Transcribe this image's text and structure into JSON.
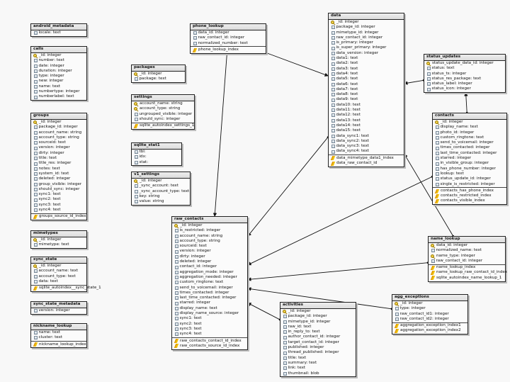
{
  "tables": [
    {
      "id": "android_metadata",
      "name": "android_metadata",
      "columns": [
        {
          "label": "locale: text",
          "icon": "field"
        }
      ],
      "indexes": []
    },
    {
      "id": "calls",
      "name": "calls",
      "columns": [
        {
          "label": "_id: integer",
          "icon": "key"
        },
        {
          "label": "number: text",
          "icon": "field"
        },
        {
          "label": "date: integer",
          "icon": "field"
        },
        {
          "label": "duration: integer",
          "icon": "field"
        },
        {
          "label": "type: integer",
          "icon": "field"
        },
        {
          "label": "new: integer",
          "icon": "field"
        },
        {
          "label": "name: text",
          "icon": "field"
        },
        {
          "label": "numbertype: integer",
          "icon": "field"
        },
        {
          "label": "numberlabel: text",
          "icon": "field"
        }
      ],
      "indexes": []
    },
    {
      "id": "groups",
      "name": "groups",
      "columns": [
        {
          "label": "_id: integer",
          "icon": "key"
        },
        {
          "label": "package_id: integer",
          "icon": "field"
        },
        {
          "label": "account_name: string",
          "icon": "field"
        },
        {
          "label": "account_type: string",
          "icon": "field"
        },
        {
          "label": "sourceid: text",
          "icon": "field"
        },
        {
          "label": "version: integer",
          "icon": "field"
        },
        {
          "label": "dirty: integer",
          "icon": "field"
        },
        {
          "label": "title: text",
          "icon": "field"
        },
        {
          "label": "title_res: integer",
          "icon": "field"
        },
        {
          "label": "notes: text",
          "icon": "field"
        },
        {
          "label": "system_id: text",
          "icon": "field"
        },
        {
          "label": "deleted: integer",
          "icon": "field"
        },
        {
          "label": "group_visible: integer",
          "icon": "field"
        },
        {
          "label": "should_sync: integer",
          "icon": "field"
        },
        {
          "label": "sync1: text",
          "icon": "field"
        },
        {
          "label": "sync2: text",
          "icon": "field"
        },
        {
          "label": "sync3: text",
          "icon": "field"
        },
        {
          "label": "sync4: text",
          "icon": "field"
        }
      ],
      "indexes": [
        {
          "label": "groups_source_id_index",
          "icon": "index"
        }
      ]
    },
    {
      "id": "mimetypes",
      "name": "mimetypes",
      "columns": [
        {
          "label": "_id: integer",
          "icon": "key"
        },
        {
          "label": "mimetype: text",
          "icon": "field"
        }
      ],
      "indexes": []
    },
    {
      "id": "sync_state",
      "name": "sync_state",
      "columns": [
        {
          "label": "_id: integer",
          "icon": "key"
        },
        {
          "label": "account_name: text",
          "icon": "field"
        },
        {
          "label": "account_type: text",
          "icon": "field"
        },
        {
          "label": "data: text",
          "icon": "field"
        }
      ],
      "indexes": [
        {
          "label": "sqlite_autoindex__sync_state_1",
          "icon": "index"
        }
      ]
    },
    {
      "id": "sync_state_metadata",
      "name": "sync_state_metadata",
      "columns": [
        {
          "label": "version: integer",
          "icon": "field"
        }
      ],
      "indexes": []
    },
    {
      "id": "nickname_lookup",
      "name": "nickname_lookup",
      "columns": [
        {
          "label": "name: text",
          "icon": "field"
        },
        {
          "label": "cluster: text",
          "icon": "field"
        }
      ],
      "indexes": [
        {
          "label": "nickname_lookup_index",
          "icon": "index"
        }
      ]
    },
    {
      "id": "phone_lookup",
      "name": "phone_lookup",
      "columns": [
        {
          "label": "data_id: integer",
          "icon": "field"
        },
        {
          "label": "raw_contact_id: integer",
          "icon": "field"
        },
        {
          "label": "normalized_number: text",
          "icon": "field"
        }
      ],
      "indexes": [
        {
          "label": "phone_lookup_index",
          "icon": "index"
        }
      ]
    },
    {
      "id": "packages",
      "name": "packages",
      "columns": [
        {
          "label": "_id: integer",
          "icon": "key"
        },
        {
          "label": "package: text",
          "icon": "field"
        }
      ],
      "indexes": []
    },
    {
      "id": "settings",
      "name": "settings",
      "columns": [
        {
          "label": "account_name: string",
          "icon": "key"
        },
        {
          "label": "account_type: string",
          "icon": "key"
        },
        {
          "label": "ungrouped_visible: integer",
          "icon": "field"
        },
        {
          "label": "should_sync: integer",
          "icon": "field"
        }
      ],
      "indexes": [
        {
          "label": "sqlite_autoindex_settings_1",
          "icon": "index"
        }
      ]
    },
    {
      "id": "sqlite_stat1",
      "name": "sqlite_stat1",
      "columns": [
        {
          "label": "tbl:",
          "icon": "field"
        },
        {
          "label": "idx:",
          "icon": "field"
        },
        {
          "label": "stat:",
          "icon": "field"
        }
      ],
      "indexes": []
    },
    {
      "id": "v1_settings",
      "name": "v1_settings",
      "columns": [
        {
          "label": "_id: integer",
          "icon": "key"
        },
        {
          "label": "_sync_account: text",
          "icon": "field"
        },
        {
          "label": "_sync_account_type: text",
          "icon": "field"
        },
        {
          "label": "key: string",
          "icon": "field"
        },
        {
          "label": "value: string",
          "icon": "field"
        }
      ],
      "indexes": []
    },
    {
      "id": "raw_contacts",
      "name": "raw_contacts",
      "columns": [
        {
          "label": "_id: integer",
          "icon": "key"
        },
        {
          "label": "is_restricted: integer",
          "icon": "field"
        },
        {
          "label": "account_name: string",
          "icon": "field"
        },
        {
          "label": "account_type: string",
          "icon": "field"
        },
        {
          "label": "sourceid: text",
          "icon": "field"
        },
        {
          "label": "version: integer",
          "icon": "field"
        },
        {
          "label": "dirty: integer",
          "icon": "field"
        },
        {
          "label": "deleted: integer",
          "icon": "field"
        },
        {
          "label": "contact_id: integer",
          "icon": "field"
        },
        {
          "label": "aggregation_mode: integer",
          "icon": "field"
        },
        {
          "label": "aggregation_needed: integer",
          "icon": "field"
        },
        {
          "label": "custom_ringtone: text",
          "icon": "field"
        },
        {
          "label": "send_to_voicemail: integer",
          "icon": "field"
        },
        {
          "label": "times_contacted: integer",
          "icon": "field"
        },
        {
          "label": "last_time_contacted: integer",
          "icon": "field"
        },
        {
          "label": "starred: integer",
          "icon": "field"
        },
        {
          "label": "display_name: text",
          "icon": "field"
        },
        {
          "label": "display_name_source: integer",
          "icon": "field"
        },
        {
          "label": "sync1: text",
          "icon": "field"
        },
        {
          "label": "sync2: text",
          "icon": "field"
        },
        {
          "label": "sync3: text",
          "icon": "field"
        },
        {
          "label": "sync4: text",
          "icon": "field"
        }
      ],
      "indexes": [
        {
          "label": "raw_contacts_contact_id_index",
          "icon": "index"
        },
        {
          "label": "raw_contacts_source_id_index",
          "icon": "index"
        }
      ]
    },
    {
      "id": "data",
      "name": "data",
      "columns": [
        {
          "label": "_id: integer",
          "icon": "key"
        },
        {
          "label": "package_id: integer",
          "icon": "field"
        },
        {
          "label": "mimetype_id: integer",
          "icon": "field"
        },
        {
          "label": "raw_contact_id: integer",
          "icon": "field"
        },
        {
          "label": "is_primary: integer",
          "icon": "field"
        },
        {
          "label": "is_super_primary: integer",
          "icon": "field"
        },
        {
          "label": "data_version: integer",
          "icon": "field"
        },
        {
          "label": "data1: text",
          "icon": "field"
        },
        {
          "label": "data2: text",
          "icon": "field"
        },
        {
          "label": "data3: text",
          "icon": "field"
        },
        {
          "label": "data4: text",
          "icon": "field"
        },
        {
          "label": "data5: text",
          "icon": "field"
        },
        {
          "label": "data6: text",
          "icon": "field"
        },
        {
          "label": "data7: text",
          "icon": "field"
        },
        {
          "label": "data8: text",
          "icon": "field"
        },
        {
          "label": "data9: text",
          "icon": "field"
        },
        {
          "label": "data10: text",
          "icon": "field"
        },
        {
          "label": "data11: text",
          "icon": "field"
        },
        {
          "label": "data12: text",
          "icon": "field"
        },
        {
          "label": "data13: text",
          "icon": "field"
        },
        {
          "label": "data14: text",
          "icon": "field"
        },
        {
          "label": "data15: text",
          "icon": "field"
        },
        {
          "label": "data_sync1: text",
          "icon": "field"
        },
        {
          "label": "data_sync2: text",
          "icon": "field"
        },
        {
          "label": "data_sync3: text",
          "icon": "field"
        },
        {
          "label": "data_sync4: text",
          "icon": "field"
        }
      ],
      "indexes": [
        {
          "label": "data_mimetype_data1_index",
          "icon": "index"
        },
        {
          "label": "data_raw_contact_id",
          "icon": "index"
        }
      ]
    },
    {
      "id": "status_updates",
      "name": "status_updates",
      "columns": [
        {
          "label": "status_update_data_id: integer",
          "icon": "key"
        },
        {
          "label": "status: text",
          "icon": "field"
        },
        {
          "label": "status_ts: integer",
          "icon": "field"
        },
        {
          "label": "status_res_package: text",
          "icon": "field"
        },
        {
          "label": "status_label: integer",
          "icon": "field"
        },
        {
          "label": "status_icon: integer",
          "icon": "field"
        }
      ],
      "indexes": []
    },
    {
      "id": "contacts",
      "name": "contacts",
      "columns": [
        {
          "label": "_id: integer",
          "icon": "key"
        },
        {
          "label": "display_name: text",
          "icon": "field"
        },
        {
          "label": "photo_id: integer",
          "icon": "field"
        },
        {
          "label": "custom_ringtone: text",
          "icon": "field"
        },
        {
          "label": "send_to_voicemail: integer",
          "icon": "field"
        },
        {
          "label": "times_contacted: integer",
          "icon": "field"
        },
        {
          "label": "last_time_contacted: integer",
          "icon": "field"
        },
        {
          "label": "starred: integer",
          "icon": "field"
        },
        {
          "label": "in_visible_group: integer",
          "icon": "field"
        },
        {
          "label": "has_phone_number: integer",
          "icon": "field"
        },
        {
          "label": "lookup: text",
          "icon": "field"
        },
        {
          "label": "status_update_id: integer",
          "icon": "field"
        },
        {
          "label": "single_is_restricted: integer",
          "icon": "field"
        }
      ],
      "indexes": [
        {
          "label": "contacts_has_phone_index",
          "icon": "index"
        },
        {
          "label": "contacts_restricted_index",
          "icon": "index"
        },
        {
          "label": "contacts_visible_index",
          "icon": "index"
        }
      ]
    },
    {
      "id": "name_lookup",
      "name": "name_lookup",
      "columns": [
        {
          "label": "data_id: integer",
          "icon": "key"
        },
        {
          "label": "normalized_name: text",
          "icon": "field"
        },
        {
          "label": "name_type: integer",
          "icon": "key"
        },
        {
          "label": "raw_contact_id: integer",
          "icon": "field"
        }
      ],
      "indexes": [
        {
          "label": "name_lookup_index",
          "icon": "index"
        },
        {
          "label": "name_lookup_raw_contact_id_index",
          "icon": "index"
        },
        {
          "label": "sqlite_autoindex_name_lookup_1",
          "icon": "index"
        }
      ]
    },
    {
      "id": "agg_exceptions",
      "name": "agg_exceptions",
      "columns": [
        {
          "label": "_id: integer",
          "icon": "key"
        },
        {
          "label": "type: integer",
          "icon": "field"
        },
        {
          "label": "raw_contact_id1: integer",
          "icon": "field"
        },
        {
          "label": "raw_contact_id2: integer",
          "icon": "field"
        }
      ],
      "indexes": [
        {
          "label": "aggregation_exception_index1",
          "icon": "index"
        },
        {
          "label": "aggregation_exception_index2",
          "icon": "index"
        }
      ]
    },
    {
      "id": "activities",
      "name": "activities",
      "columns": [
        {
          "label": "_id: integer",
          "icon": "key"
        },
        {
          "label": "package_id: integer",
          "icon": "field"
        },
        {
          "label": "mimetype_id: integer",
          "icon": "field"
        },
        {
          "label": "raw_id: text",
          "icon": "field"
        },
        {
          "label": "in_reply_to: text",
          "icon": "field"
        },
        {
          "label": "author_contact_id: integer",
          "icon": "field"
        },
        {
          "label": "target_contact_id: integer",
          "icon": "field"
        },
        {
          "label": "published: integer",
          "icon": "field"
        },
        {
          "label": "thread_published: integer",
          "icon": "field"
        },
        {
          "label": "title: text",
          "icon": "field"
        },
        {
          "label": "summary: text",
          "icon": "field"
        },
        {
          "label": "link: text",
          "icon": "field"
        },
        {
          "label": "thumbnail: blob",
          "icon": "field"
        }
      ],
      "indexes": []
    }
  ],
  "relations": [
    {
      "from": "phone_lookup",
      "to": "data"
    },
    {
      "from": "phone_lookup",
      "to": "raw_contacts"
    },
    {
      "from": "data",
      "to": "raw_contacts"
    },
    {
      "from": "status_updates",
      "to": "data"
    },
    {
      "from": "contacts",
      "to": "raw_contacts"
    },
    {
      "from": "contacts",
      "to": "status_updates"
    },
    {
      "from": "name_lookup",
      "to": "data"
    },
    {
      "from": "name_lookup",
      "to": "raw_contacts"
    },
    {
      "from": "agg_exceptions",
      "to": "raw_contacts"
    },
    {
      "from": "activities",
      "to": "raw_contacts"
    }
  ]
}
